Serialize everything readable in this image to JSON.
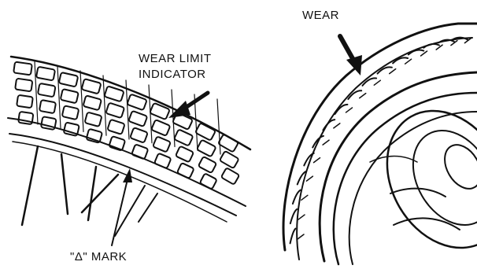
{
  "labels": {
    "wear_limit_line1": "WEAR LIMIT",
    "wear_limit_line2": "INDICATOR",
    "wear": "WEAR",
    "delta_mark": "\"Δ\" MARK"
  },
  "colors": {
    "ink": "#111111",
    "background": "#ffffff"
  }
}
